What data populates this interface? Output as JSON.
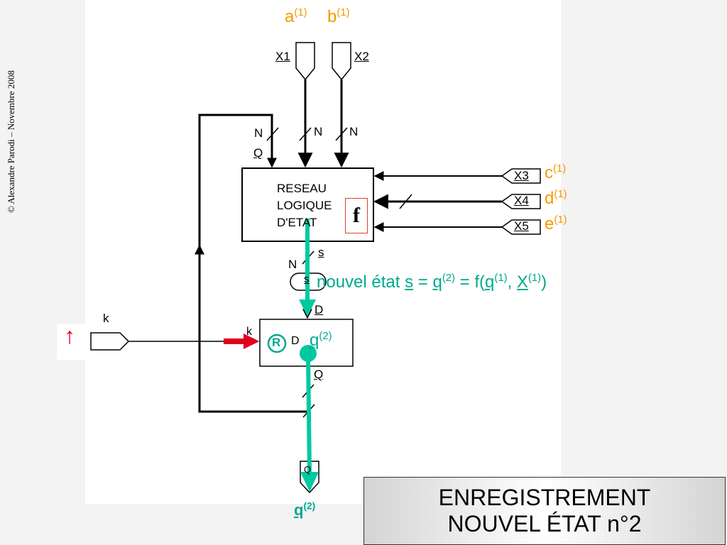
{
  "copyright": "© Alexandre Parodi – Novembre 2008",
  "title": {
    "line1": "ENREGISTREMENT",
    "line2": "NOUVEL ÉTAT n°2"
  },
  "inputs_top": {
    "a": {
      "letter": "a",
      "sup": "(1)"
    },
    "b": {
      "letter": "b",
      "sup": "(1)"
    },
    "x1": "X1",
    "x2": "X2"
  },
  "inputs_right": [
    {
      "name": "X3",
      "letter": "c",
      "sup": "(1)"
    },
    {
      "name": "X4",
      "letter": "d",
      "sup": "(1)"
    },
    {
      "name": "X5",
      "letter": "e",
      "sup": "(1)"
    }
  ],
  "bus_labels": {
    "n": "N",
    "q": "Q",
    "s": "s",
    "s_small": "s"
  },
  "logic_block": {
    "line1": "RESEAU",
    "line2": "LOGIQUE",
    "line3": "D'ETAT",
    "f": "f"
  },
  "register": {
    "r": "R",
    "d_in": "D",
    "k_in": "k",
    "d_top": "D",
    "q_bottom": "Q"
  },
  "clock": {
    "k": "k",
    "arrow": "↑"
  },
  "equation": {
    "prefix": "nouvel état ",
    "s": "s",
    "eq1": " = ",
    "q": "q",
    "q_sup": "(2)",
    "eq2": " = f(",
    "q2": "q",
    "q2_sup": "(1)",
    "comma": ", ",
    "x": "X",
    "x_sup": "(1)",
    "close": ")"
  },
  "register_state": {
    "q": "q",
    "sup": "(2)"
  },
  "output": {
    "port": "Q",
    "q": "q",
    "sup": "(2)"
  },
  "colors": {
    "orange": "#f39a00",
    "green": "#00c9a0",
    "red": "#e0001b",
    "black": "#000000"
  }
}
